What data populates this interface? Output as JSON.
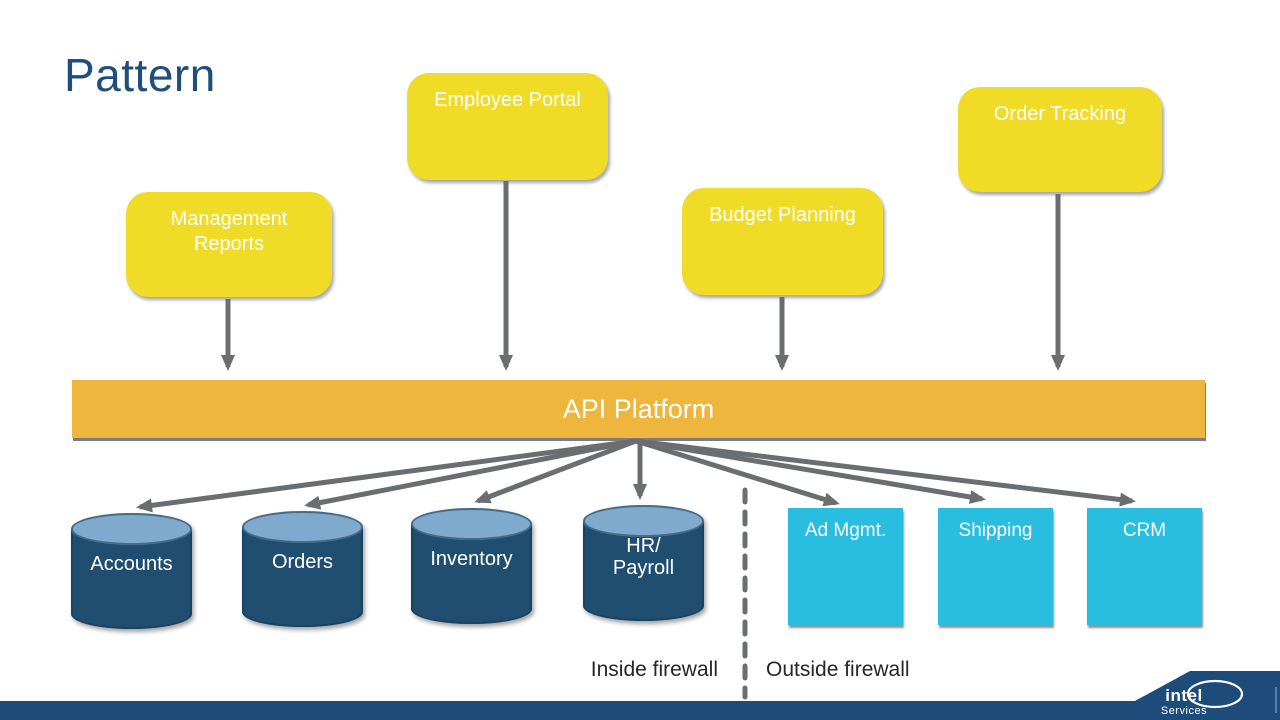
{
  "slide": {
    "title": "Pattern"
  },
  "colors": {
    "title": "#1f4e7c",
    "app_box": "#f0dc26",
    "api_bar": "#efb63e",
    "arrow": "#6a6e71",
    "db_body": "#1f4e70",
    "db_top": "#7fa9cd",
    "service_box": "#29bde0",
    "firewall_text": "#262626",
    "footer_bar": "#1d4b7a",
    "footer_divider": "#4d83b8"
  },
  "applications": [
    {
      "label": "Management\nReports"
    },
    {
      "label": "Employee Portal"
    },
    {
      "label": "Budget Planning"
    },
    {
      "label": "Order Tracking"
    }
  ],
  "platform": {
    "label": "API Platform"
  },
  "datastores": [
    {
      "label": "Accounts"
    },
    {
      "label": "Orders"
    },
    {
      "label": "Inventory"
    },
    {
      "label": "HR/\nPayroll"
    }
  ],
  "external_services": [
    {
      "label": "Ad Mgmt."
    },
    {
      "label": "Shipping"
    },
    {
      "label": "CRM"
    }
  ],
  "firewall": {
    "inside_label": "Inside firewall",
    "outside_label": "Outside firewall"
  },
  "footer": {
    "brand": "intel",
    "brand_sub": "Services"
  }
}
